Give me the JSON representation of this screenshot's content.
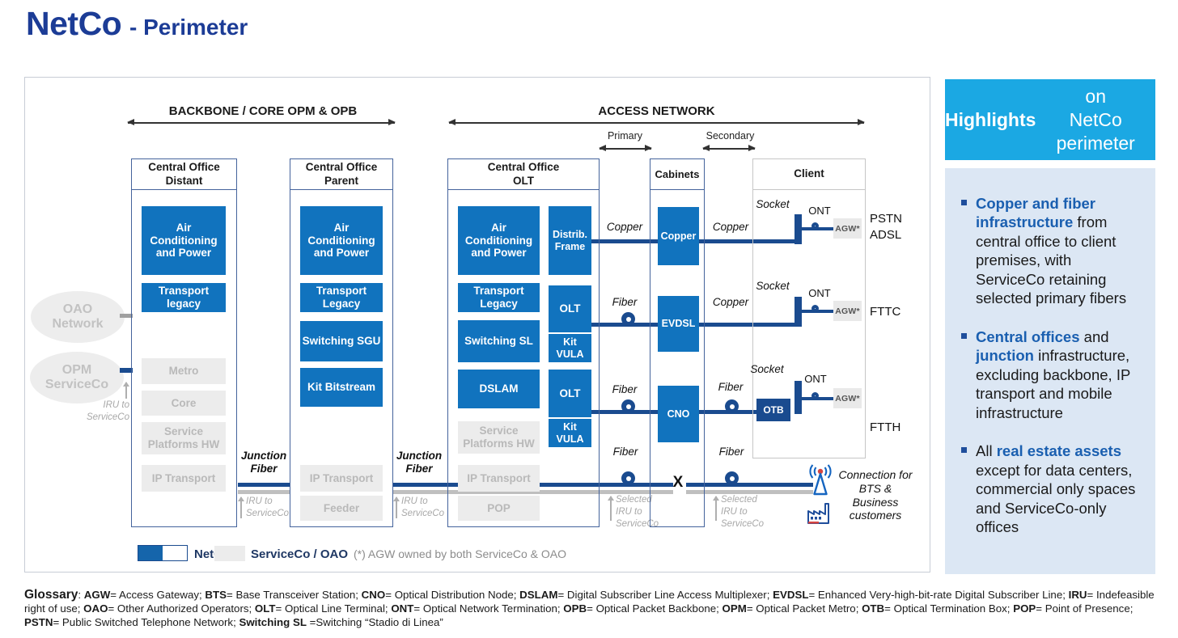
{
  "title": {
    "main": "NetCo",
    "sub": "- Perimeter"
  },
  "band_headers": {
    "backbone": "BACKBONE / CORE OPM & OPB",
    "access": "ACCESS NETWORK",
    "primary": "Primary",
    "secondary": "Secondary"
  },
  "columns": {
    "distant": {
      "title": "Central Office\nDistant"
    },
    "parent": {
      "title": "Central Office\nParent"
    },
    "olt": {
      "title": "Central Office\nOLT"
    },
    "cabinets": {
      "title": "Cabinets"
    },
    "client": {
      "title": "Client"
    }
  },
  "blocks": {
    "air_conditioning": "Air Conditioning and Power",
    "transport_legacy_lower": "Transport legacy",
    "transport_legacy": "Transport Legacy",
    "switching_sgu": "Switching SGU",
    "kit_bitstream": "Kit Bitstream",
    "switching_sl": "Switching SL",
    "dslam": "DSLAM",
    "metro": "Metro",
    "core": "Core",
    "service_platforms": "Service Platforms HW",
    "ip_transport": "IP Transport",
    "pop": "POP",
    "feeder": "Feeder",
    "distrib_frame": "Distrib.\nFrame",
    "olt": "OLT",
    "kit_vula": "Kit\nVULA",
    "copper": "Copper",
    "evdsl": "EVDSL",
    "cno": "CNO",
    "otb": "OTB"
  },
  "wire_labels": {
    "copper": "Copper",
    "fiber": "Fiber",
    "junction_fiber": "Junction\nFiber",
    "socket": "Socket",
    "ont": "ONT",
    "agw": "AGW*",
    "x_marker": "X"
  },
  "client_services": {
    "row1": "PSTN\nADSL",
    "row2": "FTTC",
    "row3": "FTTH"
  },
  "iru": {
    "to_serviceco": "IRU to\nServiceCo",
    "selected": "Selected\nIRU to\nServiceCo"
  },
  "clouds": {
    "oao": "OAO\nNetwork",
    "opm": "OPM\nServiceCo"
  },
  "bts_note": "Connection for\nBTS &\nBusiness\ncustomers",
  "legend": {
    "netco": "NetCo",
    "serviceco": "ServiceCo / OAO",
    "footnote": "(*)  AGW owned by both ServiceCo & OAO"
  },
  "highlights": {
    "header": [
      {
        "t": "Highlights",
        "b": true
      },
      {
        "t": " on\nNetCo perimeter",
        "b": false
      }
    ],
    "bullets": [
      [
        {
          "t": "Copper and fiber infrastructure",
          "b": true
        },
        {
          "t": " from central office to client premises, with ServiceCo retaining selected primary fibers",
          "b": false
        }
      ],
      [
        {
          "t": "Central offices",
          "b": true
        },
        {
          "t": " and ",
          "b": false
        },
        {
          "t": "junction",
          "b": true
        },
        {
          "t": " infrastructure, excluding backbone, IP transport and mobile infrastructure",
          "b": false
        }
      ],
      [
        {
          "t": "All ",
          "b": false
        },
        {
          "t": "real estate assets",
          "b": true
        },
        {
          "t": " except for data centers, commercial only spaces and ServiceCo-only offices",
          "b": false
        }
      ]
    ]
  },
  "glossary": {
    "label": "Glossary",
    "body": [
      {
        "t": ": ",
        "b": false
      },
      {
        "t": "AGW",
        "b": true
      },
      {
        "t": "= Access Gateway; ",
        "b": false
      },
      {
        "t": "BTS",
        "b": true
      },
      {
        "t": "= Base Transceiver Station; ",
        "b": false
      },
      {
        "t": "CNO",
        "b": true
      },
      {
        "t": "= Optical Distribution Node; ",
        "b": false
      },
      {
        "t": "DSLAM",
        "b": true
      },
      {
        "t": "= Digital Subscriber Line Access Multiplexer; ",
        "b": false
      },
      {
        "t": "EVDSL",
        "b": true
      },
      {
        "t": "= Enhanced Very-high-bit-rate Digital Subscriber Line; ",
        "b": false
      },
      {
        "t": "IRU",
        "b": true
      },
      {
        "t": "= Indefeasible right of use; ",
        "b": false
      },
      {
        "t": "OAO",
        "b": true
      },
      {
        "t": "= Other Authorized Operators; ",
        "b": false
      },
      {
        "t": "OLT",
        "b": true
      },
      {
        "t": "= Optical Line Terminal; ",
        "b": false
      },
      {
        "t": "ONT",
        "b": true
      },
      {
        "t": "= Optical Network Termination; ",
        "b": false
      },
      {
        "t": "OPB",
        "b": true
      },
      {
        "t": "= Optical Packet Backbone; ",
        "b": false
      },
      {
        "t": "OPM",
        "b": true
      },
      {
        "t": "= Optical Packet Metro; ",
        "b": false
      },
      {
        "t": "OTB",
        "b": true
      },
      {
        "t": "= Optical Termination Box; ",
        "b": false
      },
      {
        "t": "POP",
        "b": true
      },
      {
        "t": "= Point of Presence; ",
        "b": false
      },
      {
        "t": "PSTN",
        "b": true
      },
      {
        "t": "= Public Switched Telephone Network; ",
        "b": false
      },
      {
        "t": "Switching SL",
        "b": true
      },
      {
        "t": " =Switching “Stadio di Linea”",
        "b": false
      }
    ]
  },
  "colors": {
    "block_blue": "#1173BE",
    "line_navy": "#1A4B8F",
    "accent_cyan": "#1BA8E3",
    "panel_blue": "#DCE7F4",
    "bold_blue": "#1A5FB0",
    "title_blue": "#1C3C96"
  }
}
